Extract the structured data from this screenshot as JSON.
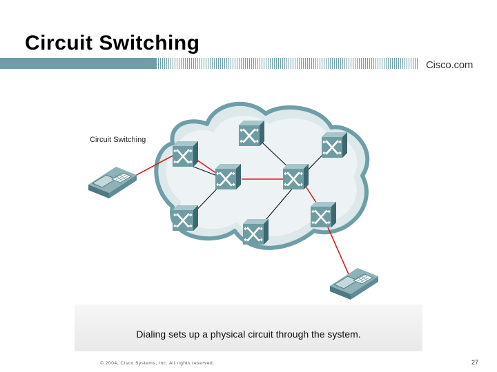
{
  "slide": {
    "title": "Circuit Switching",
    "logo": "Cisco.com",
    "diagram_label": "Circuit Switching",
    "caption": "Dialing sets up a physical circuit through the system.",
    "copyright": "© 2004, Cisco Systems, Inc. All rights reserved.",
    "page_number": "27"
  },
  "colors": {
    "header_bar": "#6e9ea7",
    "cloud_fill": "#dde8ea",
    "cloud_outline": "#6e9ea7",
    "switch_body": "#6f9ca3",
    "circuit_link": "#d42020",
    "idle_link": "#1a1a1a"
  },
  "icons": [
    "switch-icon",
    "telephone-icon",
    "cloud-shape"
  ]
}
